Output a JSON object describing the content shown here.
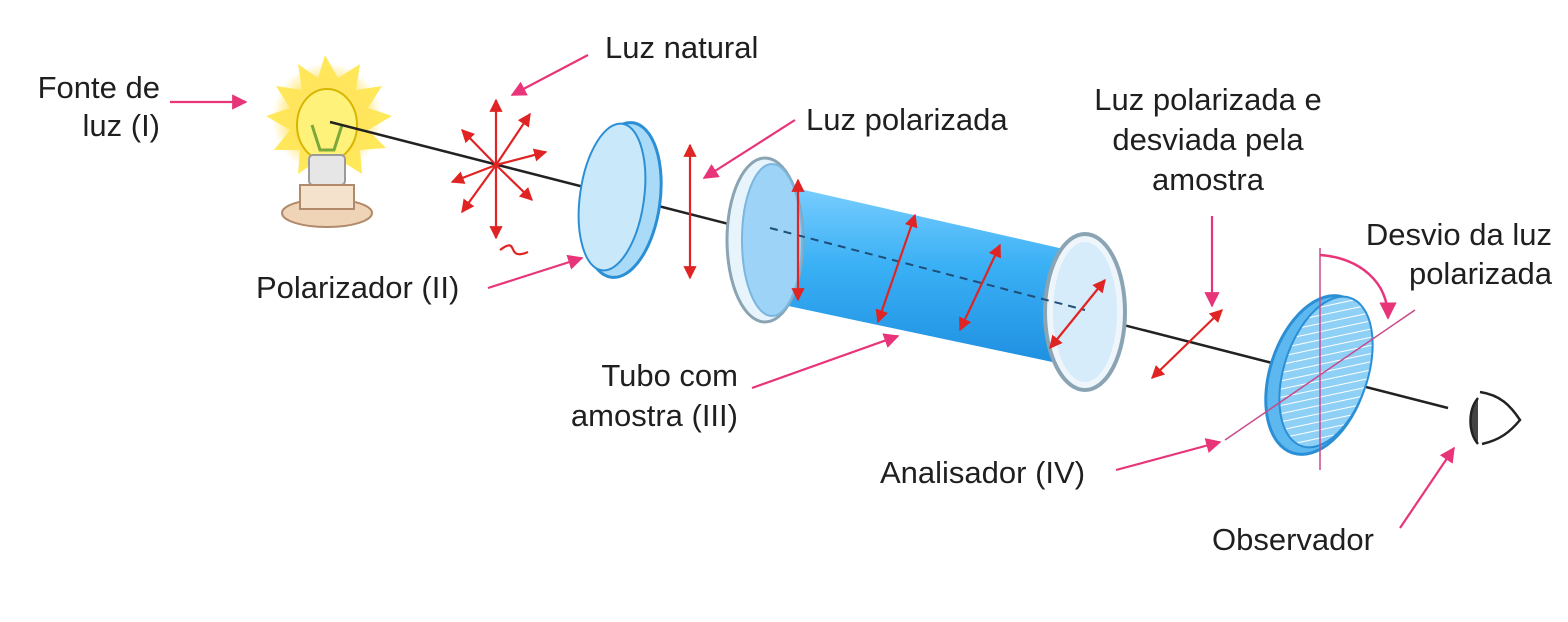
{
  "labels": {
    "light_source": [
      "Fonte de",
      "luz (I)"
    ],
    "natural_light": "Luz natural",
    "polarized_light": "Luz polarizada",
    "polarized_deviated": [
      "Luz polarizada e",
      "desviada pela",
      "amostra"
    ],
    "deviation": [
      "Desvio da luz",
      "polarizada"
    ],
    "polarizer": "Polarizador (II)",
    "sample_tube": [
      "Tubo com",
      "amostra (III)"
    ],
    "analyzer": "Analisador (IV)",
    "observer": "Observador"
  },
  "colors": {
    "pointer": "#e8357a",
    "polarization_arrow": "#e02424",
    "tube": "#3aa8f0",
    "filter": "#7fc8f4",
    "beam": "#222222"
  },
  "icons": [
    "light-bulb-icon",
    "eye-icon"
  ]
}
